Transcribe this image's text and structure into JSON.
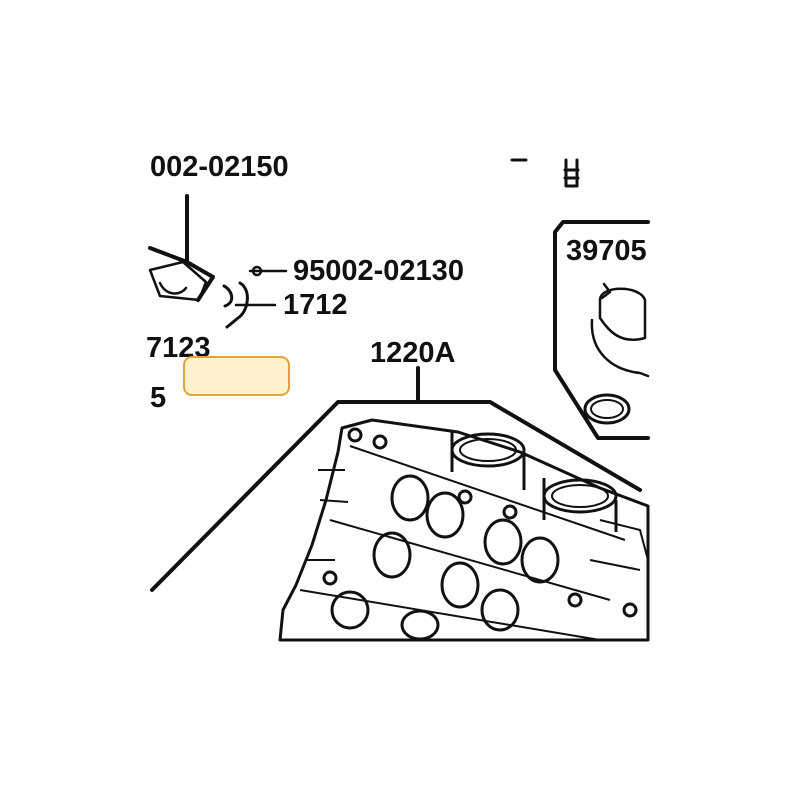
{
  "diagram": {
    "callouts": {
      "part_95002_02150": "002-02150",
      "part_95002_02130": "95002-02130",
      "part_17121": "1712",
      "part_17123": "7123",
      "part_5": "5",
      "part_1220A": "1220A",
      "part_39705": "39705"
    },
    "highlight": {
      "fill": "#fff1cc",
      "stroke": "#e0a33a"
    },
    "colors": {
      "line": "#111111",
      "background": "#ffffff"
    }
  }
}
